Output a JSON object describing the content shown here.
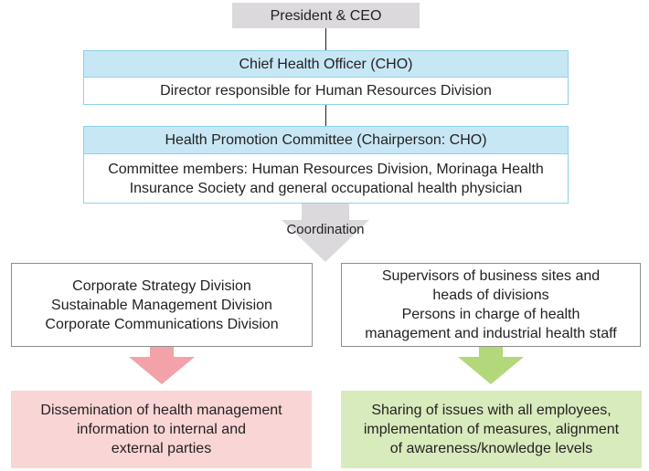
{
  "president": "President & CEO",
  "cho": {
    "title": "Chief Health Officer (CHO)",
    "detail": "Director responsible for Human Resources Division"
  },
  "committee": {
    "title": "Health Promotion Committee (Chairperson: CHO)",
    "detail_line1": "Committee members: Human Resources Division, Morinaga Health",
    "detail_line2": "Insurance Society and general occupational health physician"
  },
  "coordination": "Coordination",
  "left": {
    "lines": [
      "Corporate Strategy Division",
      "Sustainable Management Division",
      "Corporate Communications Division"
    ],
    "outcome": [
      "Dissemination of health management",
      "information to internal and",
      "external parties"
    ]
  },
  "right": {
    "lines": [
      "Supervisors of business sites and",
      "heads of divisions",
      "Persons in charge of health",
      "management and industrial health staff"
    ],
    "outcome": [
      "Sharing of issues with all employees,",
      "implementation of measures, alignment",
      "of awareness/knowledge levels"
    ]
  },
  "colors": {
    "gray_box": "#dcd9dd",
    "blue_header": "#c7e7f5",
    "blue_border": "#8fd0ea",
    "pink_arrow": "#f2a2a8",
    "pink_box": "#f9d5d5",
    "green_arrow": "#b2d87a",
    "green_box": "#d8ebbd",
    "border_gray": "#8c8c8c"
  }
}
